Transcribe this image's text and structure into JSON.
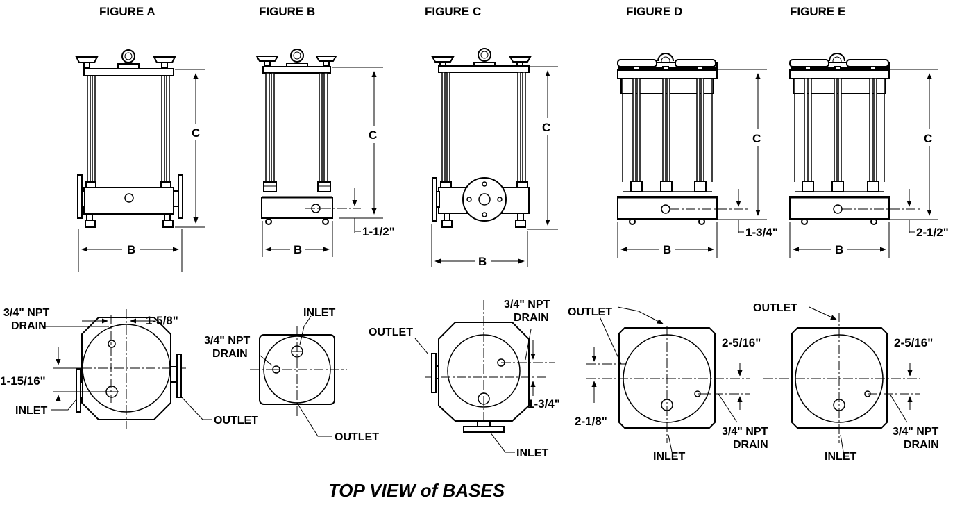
{
  "figures": {
    "a": "FIGURE A",
    "b": "FIGURE B",
    "c": "FIGURE C",
    "d": "FIGURE D",
    "e": "FIGURE E"
  },
  "dims": {
    "c": "C",
    "b": "B",
    "d_1_1_2": "1-1/2\"",
    "d_1_3_4": "1-3/4\"",
    "d_2_1_2": "2-1/2\"",
    "d_1_5_8": "1-5/8\"",
    "d_1_15_16": "1-15/16\"",
    "d_1_3_4_top": "1-3/4\"",
    "d_2_5_16": "2-5/16\"",
    "d_2_1_8": "2-1/8\""
  },
  "labels": {
    "npt": "3/4\" NPT",
    "drain": "DRAIN",
    "inlet": "INLET",
    "outlet": "OUTLET"
  },
  "footer": "TOP VIEW of BASES"
}
